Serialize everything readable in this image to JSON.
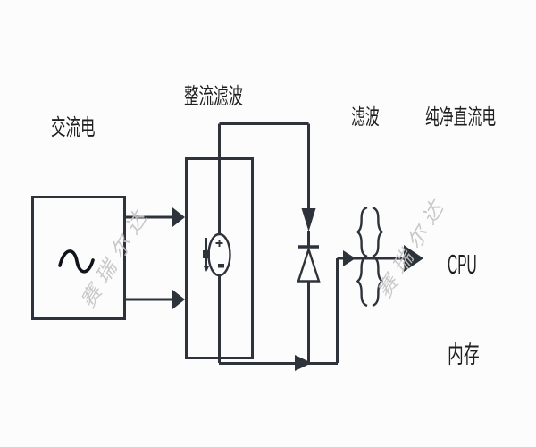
{
  "diagram_type": "power-supply-flow-circuit-diagram",
  "colors": {
    "line": "#2e333b",
    "text": "#1f1f1f",
    "symbol": "#10131a",
    "watermark": "#c3c3c3",
    "bg": "#fcfcfc"
  },
  "labels": {
    "ac": "交流电",
    "rectifier": "整流滤波",
    "filter": "滤波",
    "pure_dc": "纯净直流电",
    "cpu": "CPU",
    "memory": "内存"
  },
  "watermark": {
    "text": "赛瑞尔达"
  },
  "icons": {
    "ac_source": "sine-wave-icon ∿",
    "rectifier_component": "electrolytic-capacitor-icon (ellipse with + and -)",
    "diode": "diode-icon (down arrow, cathode bar, triangle)",
    "filter_component": "coil-braces-icon }{",
    "flow_arrows": "right-arrow ▶ and down-arrow ▼"
  }
}
